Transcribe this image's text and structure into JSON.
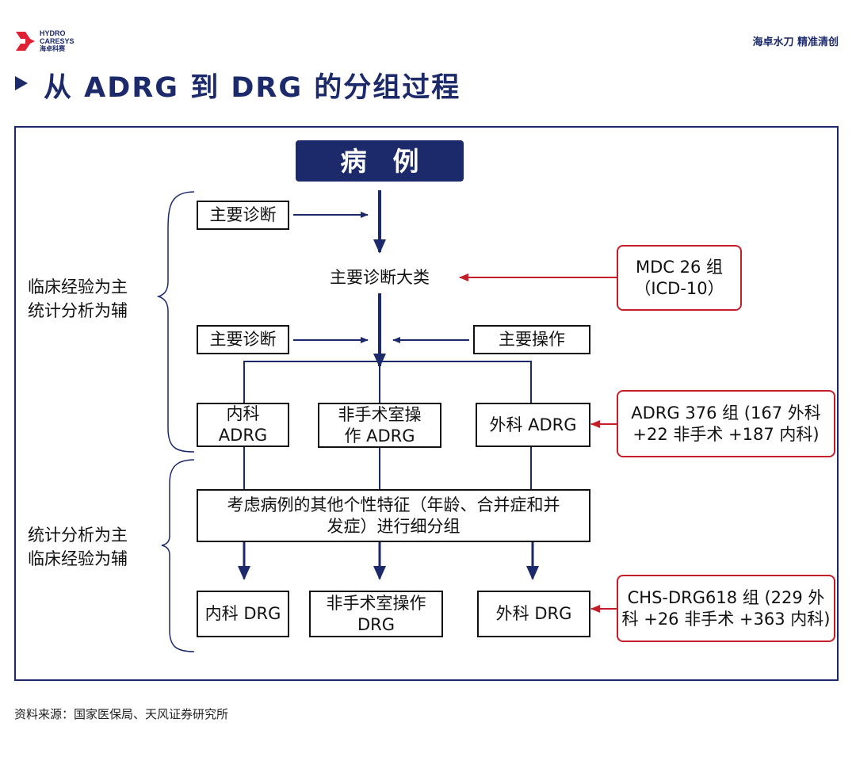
{
  "logo": {
    "line1": "HYDRO",
    "line2": "CARESYS",
    "line3": "海卓科赛"
  },
  "slogan": "海卓水刀 精准清创",
  "title": "从 ADRG 到 DRG 的分组过程",
  "colors": {
    "navy": "#1c2a6b",
    "red": "#c51e2a",
    "black": "#111111"
  },
  "diagram": {
    "case_box": "病　例",
    "main_diagnosis_1": "主要诊断",
    "mdc_category": "主要诊断大类",
    "mdc_note": [
      "MDC 26 组",
      "（ICD-10）"
    ],
    "main_diagnosis_2": "主要诊断",
    "main_operation": "主要操作",
    "adrg_internal": [
      "内科",
      "ADRG"
    ],
    "adrg_nonsurgical": [
      "非手术室操",
      "作 ADRG"
    ],
    "adrg_surgical": "外科 ADRG",
    "adrg_note": [
      "ADRG 376 组 (167 外科",
      "+22 非手术 +187 内科)"
    ],
    "other_features": [
      "考虑病例的其他个性特征（年龄、合并症和并",
      "发症）进行细分组"
    ],
    "drg_internal": "内科 DRG",
    "drg_nonsurgical": [
      "非手术室操作",
      "DRG"
    ],
    "drg_surgical": "外科 DRG",
    "drg_note": [
      "CHS-DRG618 组 (229 外",
      "科 +26 非手术 +363 内科)"
    ],
    "left_label_top": [
      "临床经验为主",
      "统计分析为辅"
    ],
    "left_label_bottom": [
      "统计分析为主",
      "临床经验为辅"
    ]
  },
  "source": "资料来源：国家医保局、天风证券研究所"
}
